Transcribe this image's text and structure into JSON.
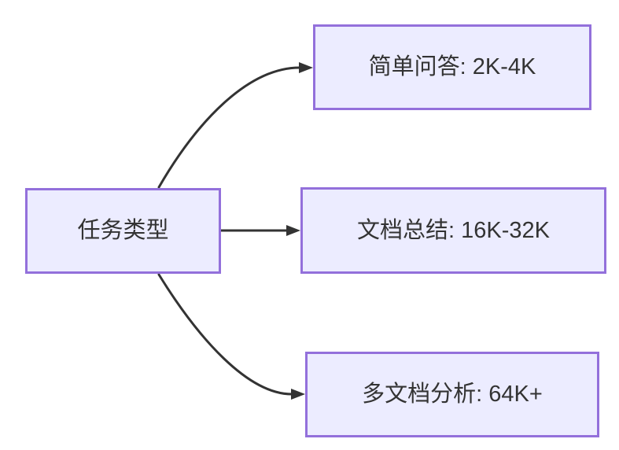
{
  "diagram": {
    "type": "flowchart-LR",
    "root": {
      "label": "任务类型"
    },
    "branches": [
      {
        "id": "simple-qa",
        "label": "简单问答: 2K-4K"
      },
      {
        "id": "doc-summary",
        "label": "文档总结: 16K-32K"
      },
      {
        "id": "multi-doc",
        "label": "多文档分析: 64K+"
      }
    ]
  },
  "colors": {
    "background": "#ffffff",
    "node_fill": "#ECECFF",
    "node_border": "#9370DB",
    "edge": "#333333",
    "text": "#333333"
  }
}
